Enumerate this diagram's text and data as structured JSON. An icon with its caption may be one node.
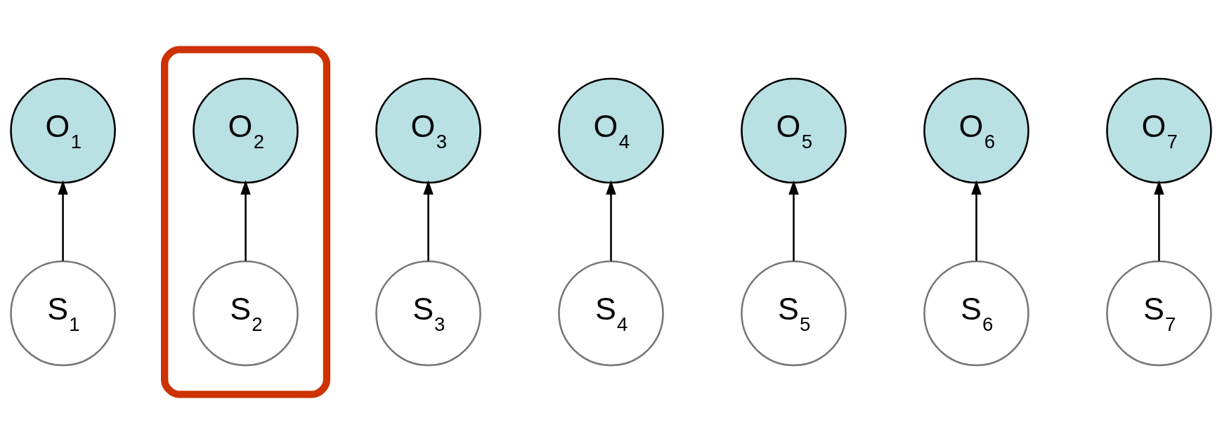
{
  "diagram": {
    "nodes": [
      {
        "text": [
          "O$_{1}$"
        ]
      },
      {
        "text": [],
        "shape": "ellipse"
      },
      {
        "text": [
          "O$_{2}$"
        ],
        "in": 1
      },
      {
        "text": [
          "O$_{3}$"
        ]
      },
      {
        "text": [
          "O$_{4}$"
        ]
      },
      {
        "text": [
          "O$_{5}$"
        ]
      },
      {
        "text": [
          "O$_{6}$"
        ]
      },
      {
        "text": [
          "O$_{7}$"
        ]
      },
      {
        "text": [
          "S$_{1}$"
        ]
      },
      {
        "text": [
          "S$_{2}$"
        ],
        "in": 1
      },
      {
        "text": [
          "S$_{3}$"
        ]
      },
      {
        "text": [
          "S$_{4}$"
        ]
      },
      {
        "text": [
          "S$_{5}$"
        ]
      },
      {
        "text": [
          "S$_{6}$"
        ]
      },
      {
        "text": [
          "S$_{7}$"
        ]
      }
    ],
    "edges": [
      {
        "from": 8,
        "to": 0,
        "arrow": "to"
      },
      {
        "from": 9,
        "to": 2,
        "arrow": "to"
      },
      {
        "from": 10,
        "to": 3,
        "arrow": "to"
      },
      {
        "from": 11,
        "to": 4,
        "arrow": "to"
      },
      {
        "from": 12,
        "to": 5,
        "arrow": "to"
      },
      {
        "from": 13,
        "to": 6,
        "arrow": "to"
      },
      {
        "from": 14,
        "to": 7,
        "arrow": "to"
      }
    ]
  }
}
